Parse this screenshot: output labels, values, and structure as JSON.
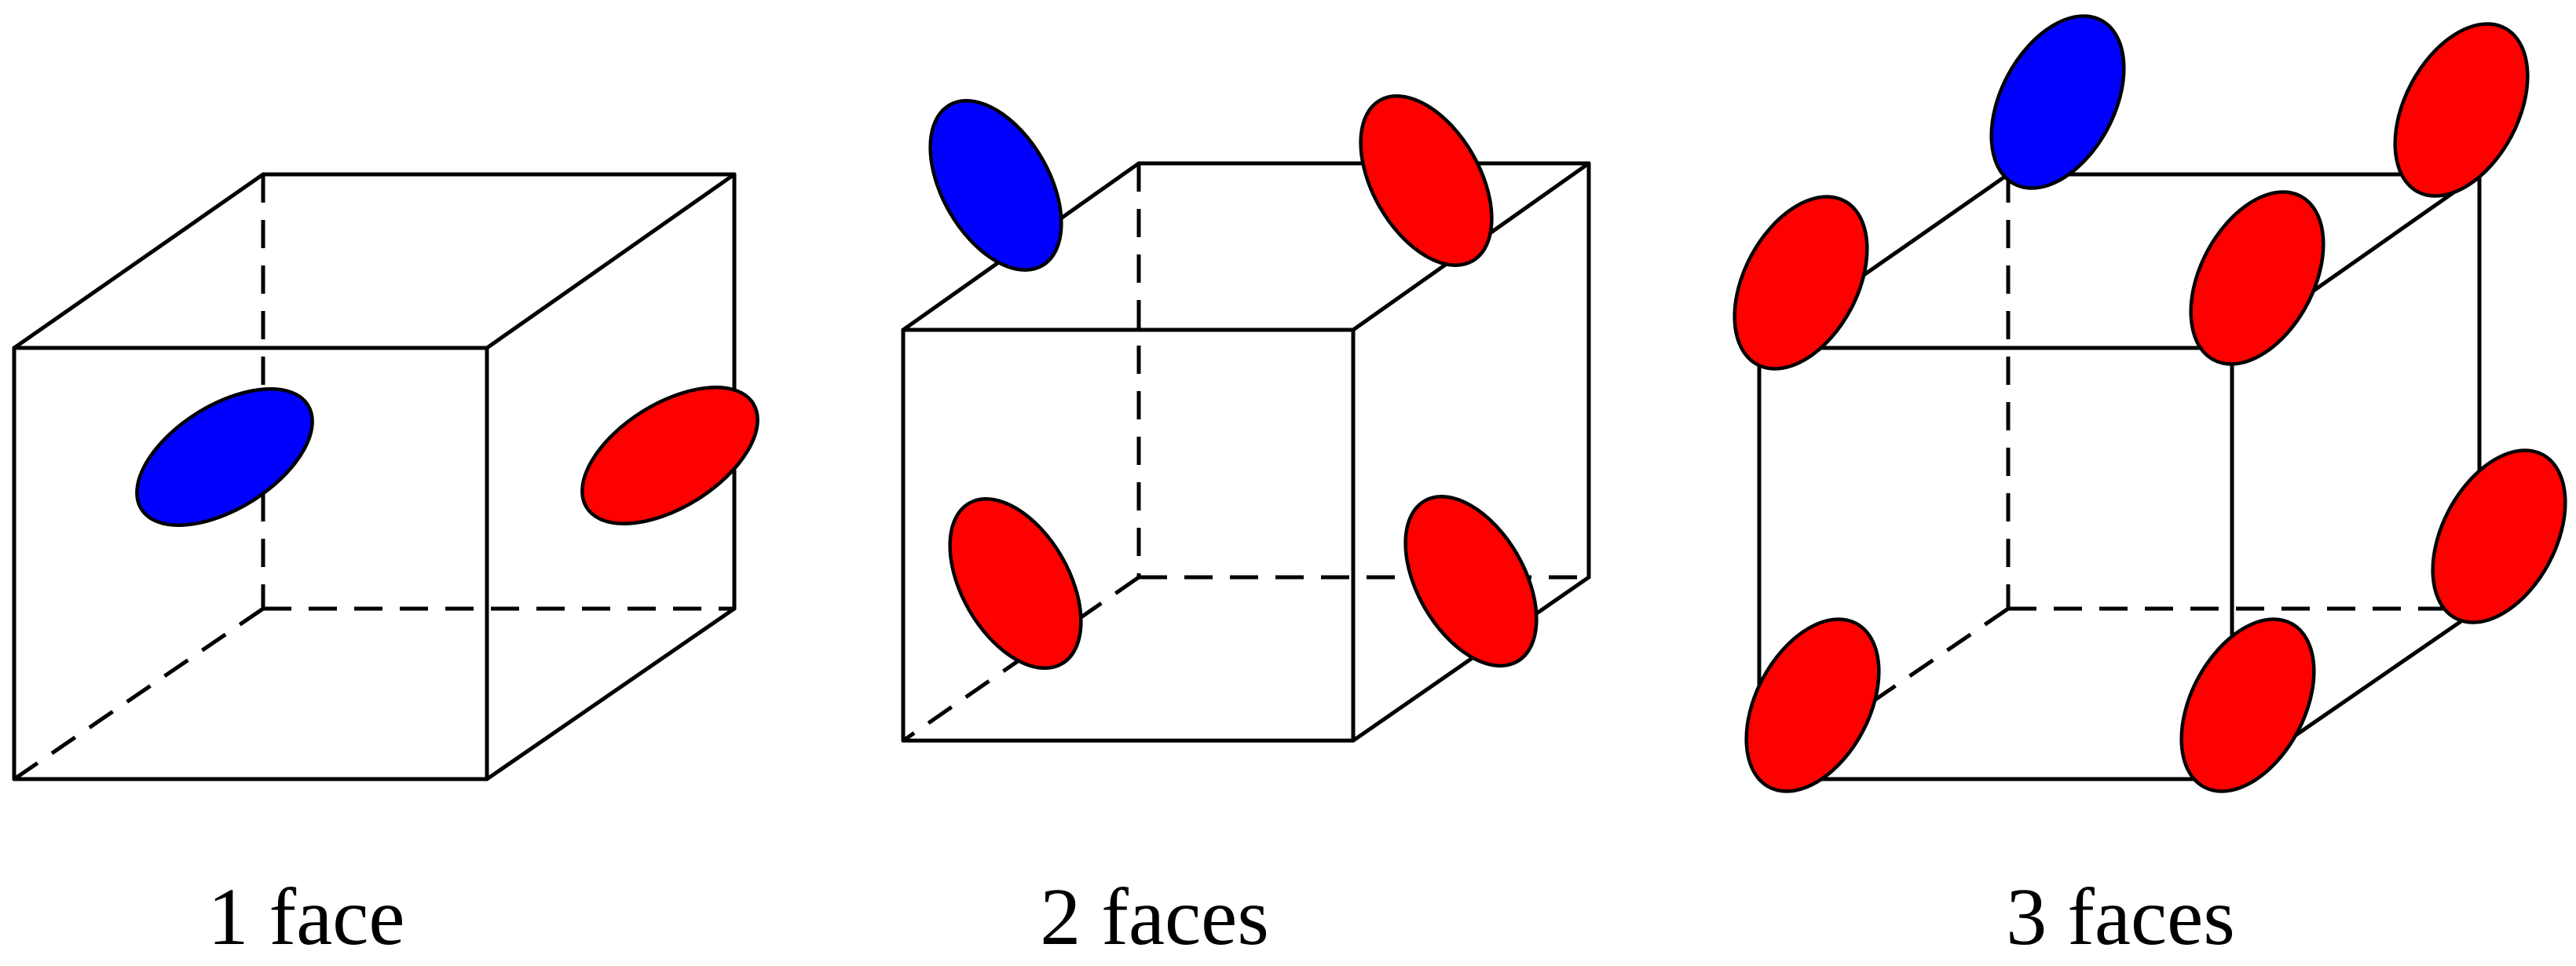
{
  "colors": {
    "positive_lobe": "#ff0000",
    "negative_lobe": "#0000ff",
    "edges": "#000000"
  },
  "panels": [
    {
      "caption": "1 face"
    },
    {
      "caption": "2 faces"
    },
    {
      "caption": "3 faces"
    }
  ]
}
